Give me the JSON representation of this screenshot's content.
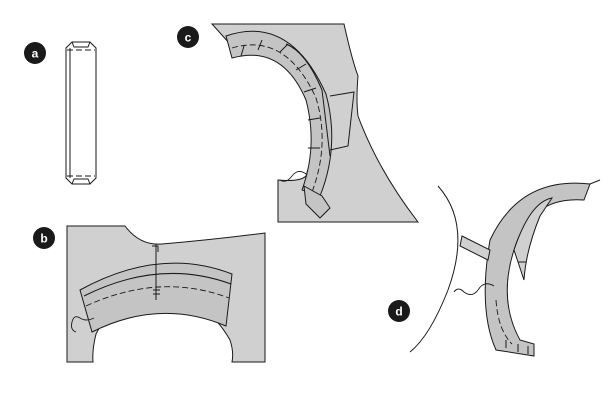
{
  "figure": {
    "panels": [
      {
        "id": "a",
        "label": "a"
      },
      {
        "id": "b",
        "label": "b"
      },
      {
        "id": "c",
        "label": "c"
      },
      {
        "id": "d",
        "label": "d"
      }
    ],
    "colors": {
      "badge": "#1a1a1a",
      "badge_text": "#ffffff",
      "fabric": "#d0d0d0",
      "band": "#c4c4c4",
      "outline": "#1a1a1a",
      "background": "#ffffff"
    }
  }
}
